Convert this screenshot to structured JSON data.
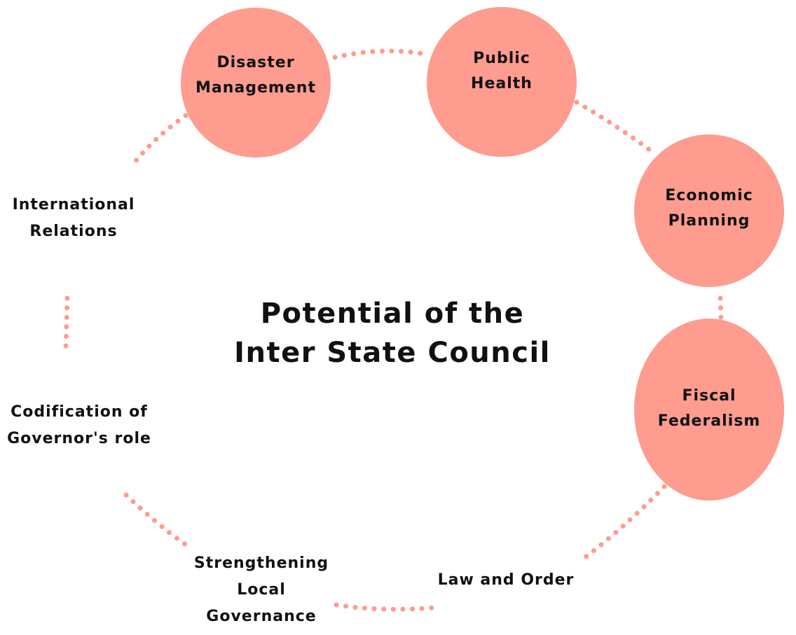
{
  "title": {
    "line1": "Potential of the",
    "line2": "Inter State Council"
  },
  "colors": {
    "accent": "#FE9C8F",
    "text": "#111111",
    "background": "#FFFFFF"
  },
  "nodes": [
    {
      "id": "disaster-management",
      "line1": "Disaster",
      "line2": "Management",
      "style": "circle"
    },
    {
      "id": "public-health",
      "line1": "Public",
      "line2": "Health",
      "style": "circle"
    },
    {
      "id": "economic-planning",
      "line1": "Economic",
      "line2": "Planning",
      "style": "circle"
    },
    {
      "id": "fiscal-federalism",
      "line1": "Fiscal",
      "line2": "Federalism",
      "style": "circle"
    },
    {
      "id": "law-and-order",
      "line1": "Law and Order",
      "style": "text"
    },
    {
      "id": "strengthening-local-governance",
      "line1": "Strengthening",
      "line2": "Local",
      "line3": "Governance",
      "style": "text"
    },
    {
      "id": "codification-governors-role",
      "line1": "Codification of",
      "line2": "Governor's role",
      "style": "text"
    },
    {
      "id": "international-relations",
      "line1": "International",
      "line2": "Relations",
      "style": "text"
    }
  ]
}
